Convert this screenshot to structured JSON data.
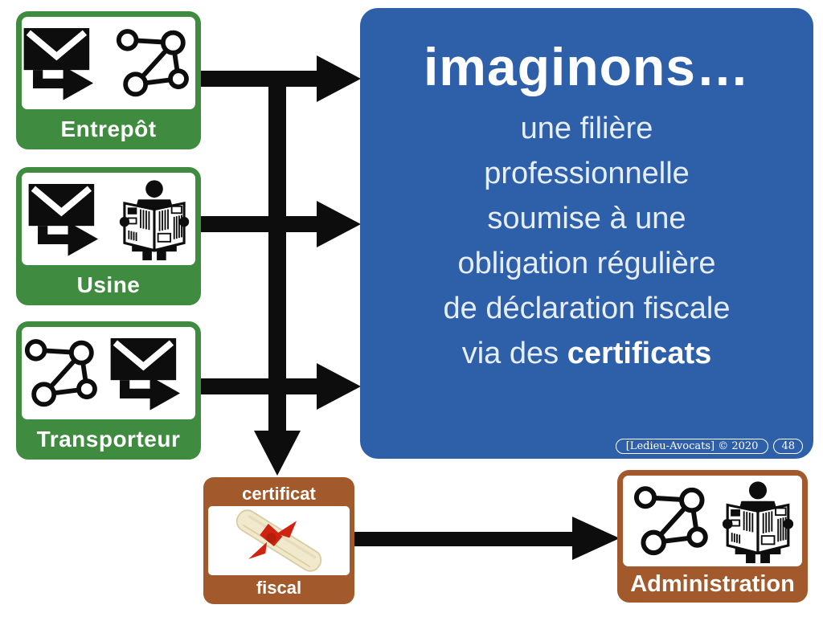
{
  "slide": {
    "credit": "[Ledieu-Avocats] © 2020",
    "page_number": "48"
  },
  "colors": {
    "source_green": "#3f8b40",
    "callout_blue": "#2e5fa9",
    "certificate_brown": "#a2592b",
    "arrow_black": "#0d0d0d",
    "ribbon_red": "#cf2310",
    "scroll_beige": "#f1e9cd"
  },
  "source_boxes": [
    {
      "label": "Entrepôt",
      "icons": [
        "envelope-forward-icon",
        "network-icon"
      ]
    },
    {
      "label": "Usine",
      "icons": [
        "envelope-forward-icon",
        "newspaper-reader-icon"
      ]
    },
    {
      "label": "Transporteur",
      "icons": [
        "network-icon",
        "envelope-forward-icon"
      ]
    }
  ],
  "callout": {
    "title": "imaginons…",
    "lines": [
      "une filière",
      "professionnelle",
      "soumise à une",
      "obligation régulière",
      "de déclaration fiscale"
    ],
    "final_line": {
      "prefix": "via des ",
      "bold": "certificats"
    }
  },
  "certificate_box": {
    "top_label": "certificat",
    "bottom_label": "fiscal",
    "icon": "diploma-scroll-icon"
  },
  "administration_box": {
    "label": "Administration",
    "icons": [
      "network-icon",
      "newspaper-reader-icon"
    ]
  }
}
